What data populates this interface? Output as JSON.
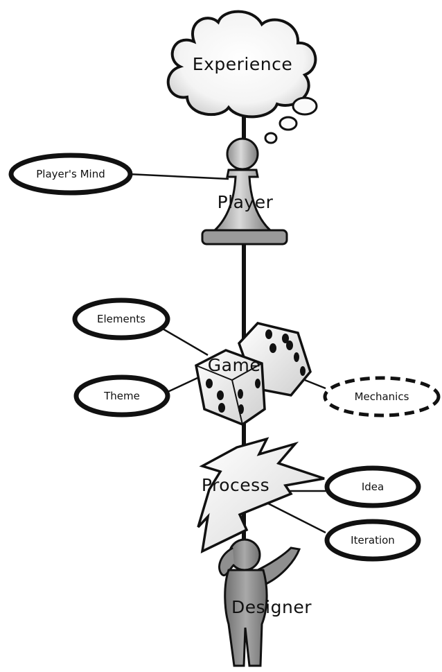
{
  "nodes": {
    "experience": "Experience",
    "player": "Player",
    "game": "Game",
    "process": "Process",
    "designer": "Designer"
  },
  "ovals": {
    "players_mind": "Player's Mind",
    "elements": "Elements",
    "theme": "Theme",
    "mechanics": "Mechanics",
    "idea": "Idea",
    "iteration": "Iteration"
  },
  "colors": {
    "line": "#111111",
    "fill_light": "#f2f2f2",
    "fill_mid": "#bdbdbd",
    "fill_dark": "#8c8c8c"
  },
  "icons": [
    "cloud-icon",
    "pawn-icon",
    "dice-icon",
    "lightning-icon",
    "person-icon"
  ]
}
